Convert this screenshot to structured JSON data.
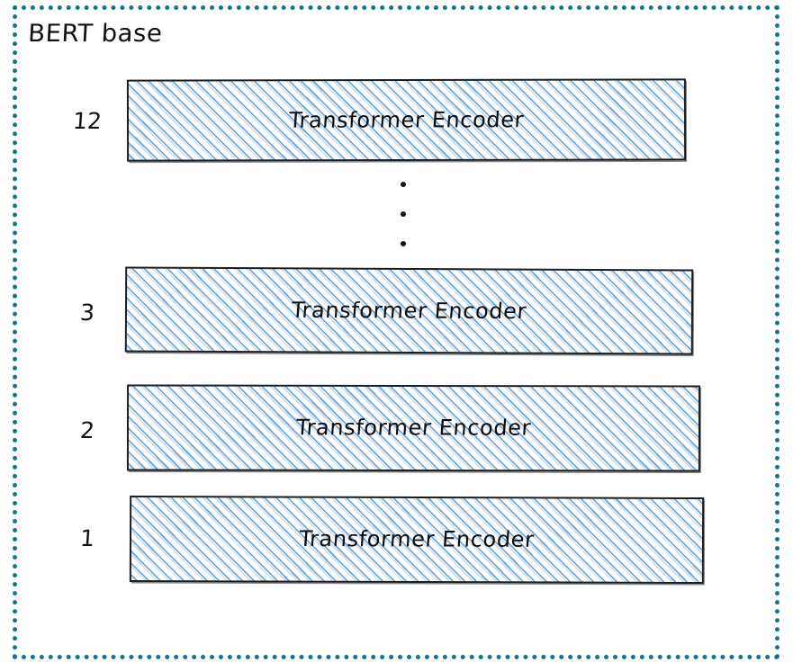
{
  "diagram": {
    "title": "BERT base",
    "border_color": "#16748C",
    "hatch_color": "#5A9BD5",
    "outline_color": "#1d1d1f",
    "ellipsis_glyph": "•",
    "ellipsis_count": 3,
    "layers": [
      {
        "index_label": "12",
        "block_label": "Transformer Encoder"
      },
      {
        "index_label": "3",
        "block_label": "Transformer Encoder"
      },
      {
        "index_label": "2",
        "block_label": "Transformer Encoder"
      },
      {
        "index_label": "1",
        "block_label": "Transformer Encoder"
      }
    ]
  }
}
